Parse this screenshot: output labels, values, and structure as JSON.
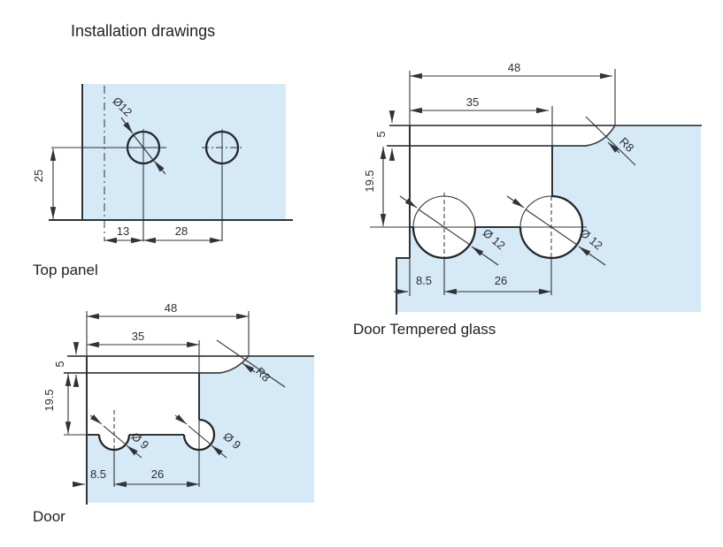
{
  "title": "Installation drawings",
  "colors": {
    "glass_fill": "#d6e9f6",
    "line": "#2f3438",
    "text": "#1f1f1f"
  },
  "drawings": {
    "top_panel": {
      "label": "Top panel",
      "dims": {
        "height": "25",
        "hole_offset": "13",
        "hole_spacing": "28",
        "hole_dia": "Ø12"
      }
    },
    "tempered": {
      "label": "Door Tempered glass",
      "dims": {
        "total_len": "48",
        "notch_len": "35",
        "step_depth": "5",
        "notch_depth": "19.5",
        "edge_offset": "8.5",
        "hole_spacing": "26",
        "radius": "R8",
        "hole1_dia": "Ø 12",
        "hole2_dia": "Ø 12"
      }
    },
    "door": {
      "label": "Door",
      "dims": {
        "total_len": "48",
        "notch_len": "35",
        "step_depth": "5",
        "notch_depth": "19.5",
        "edge_offset": "8.5",
        "hole_spacing": "26",
        "radius": "R8",
        "hole1_dia": "Ø 9",
        "hole2_dia": "Ø 9"
      }
    }
  }
}
